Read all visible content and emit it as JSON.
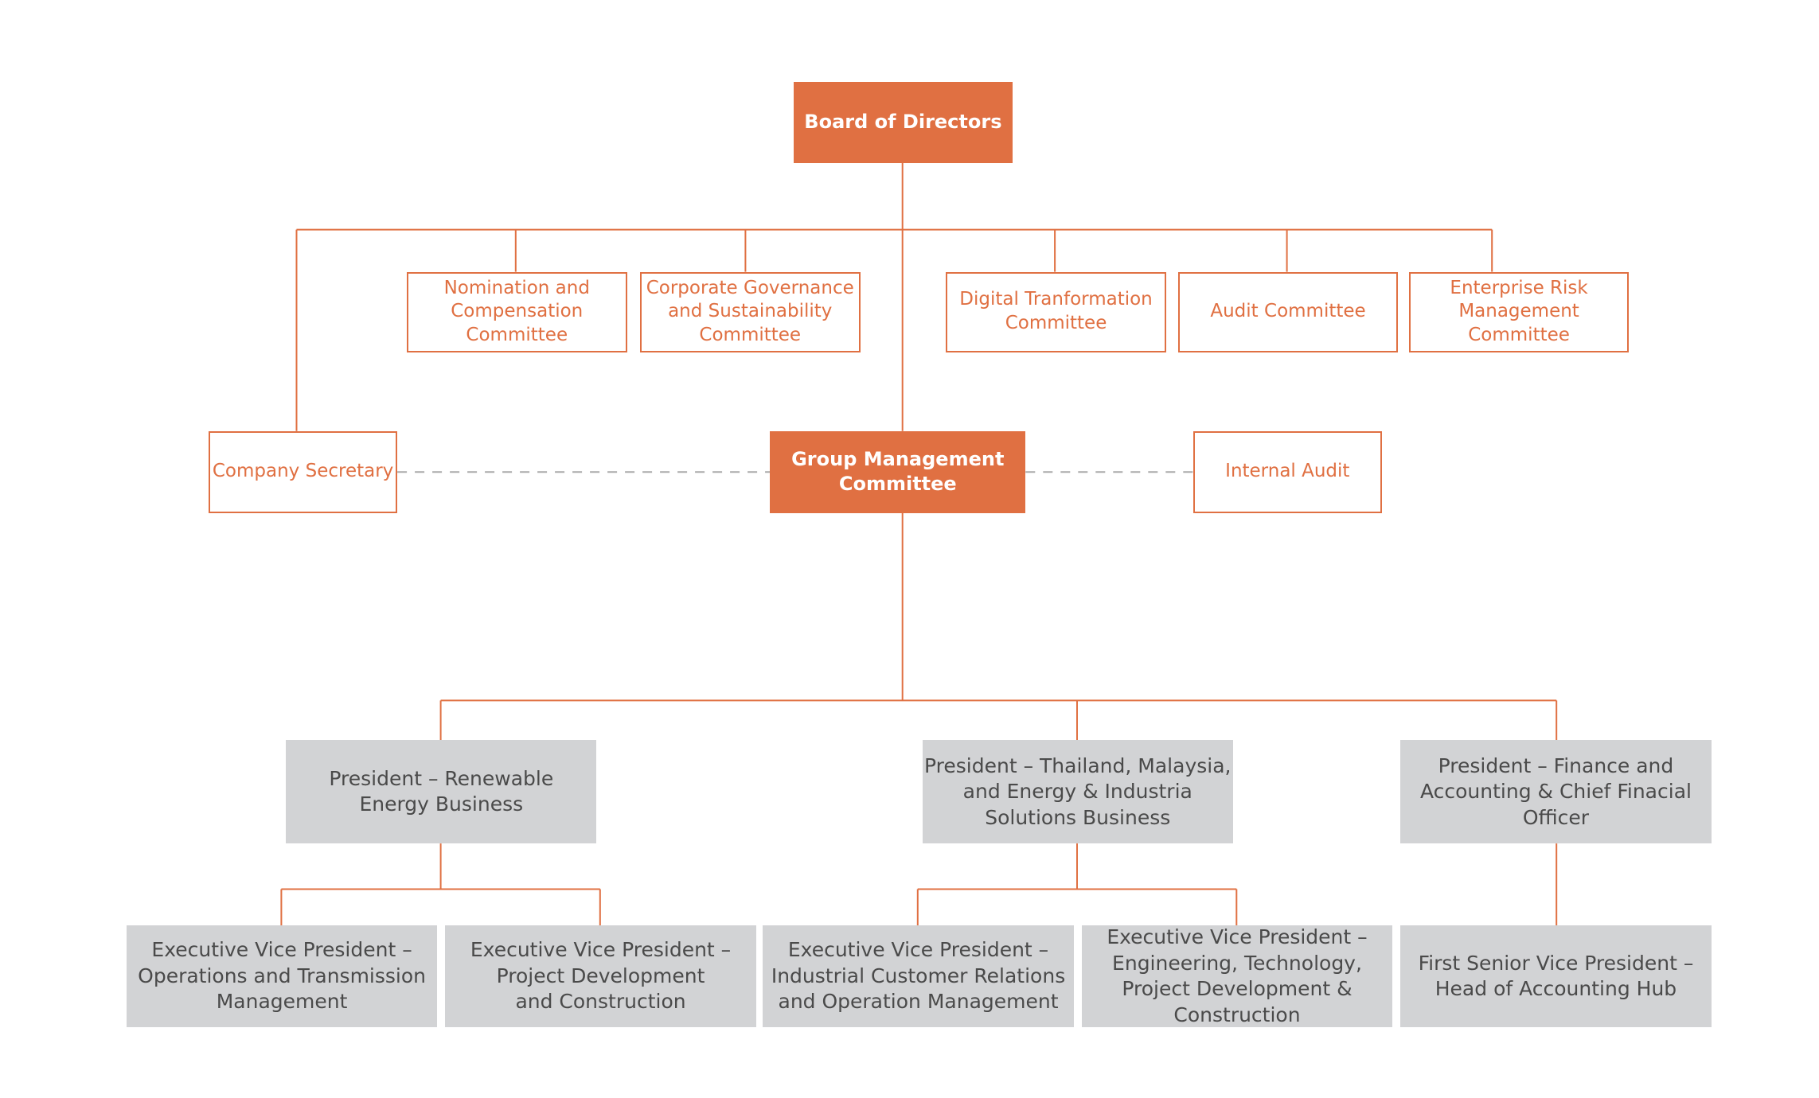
{
  "chart_data": {
    "type": "org-chart",
    "colors": {
      "accent": "#e07042",
      "grey_box": "#d2d3d5",
      "grey_text": "#4a4a4a",
      "dashed_line": "#aaaaaa"
    },
    "nodes": {
      "board": {
        "label": "Board of Directors",
        "style": "filled"
      },
      "nomination": {
        "label": "Nomination and\nCompensation\nCommittee",
        "style": "outline"
      },
      "governance": {
        "label": "Corporate Governance\nand Sustainability\nCommittee",
        "style": "outline"
      },
      "digital": {
        "label": "Digital Tranformation\nCommittee",
        "style": "outline"
      },
      "audit_committee": {
        "label": "Audit Committee",
        "style": "outline"
      },
      "risk": {
        "label": "Enterprise Risk\nManagement\nCommittee",
        "style": "outline"
      },
      "secretary": {
        "label": "Company Secretary",
        "style": "outline"
      },
      "gmc": {
        "label": "Group Management\nCommittee",
        "style": "filled"
      },
      "internal_audit": {
        "label": "Internal Audit",
        "style": "outline"
      },
      "pres_renewable": {
        "label": "President – Renewable\nEnergy Business",
        "style": "grey"
      },
      "pres_thailand": {
        "label": "President – Thailand, Malaysia,\nand Energy & Industria\nSolutions Business",
        "style": "grey"
      },
      "pres_finance": {
        "label": "President – Finance and\nAccounting &  Chief Finacial\nOfficer",
        "style": "grey"
      },
      "evp_ops": {
        "label": "Executive Vice President  –\nOperations and Transmission\nManagement",
        "style": "grey"
      },
      "evp_project": {
        "label": "Executive Vice President –\nProject Development\nand Construction",
        "style": "grey"
      },
      "evp_industrial": {
        "label": "Executive Vice President  –\nIndustrial Customer Relations\nand Operation Management",
        "style": "grey"
      },
      "evp_engineering": {
        "label": "Executive Vice President  –\nEngineering, Technology,\nProject Development &\nConstruction",
        "style": "grey"
      },
      "fsvp_accounting": {
        "label": "First Senior Vice President –\nHead of Accounting Hub",
        "style": "grey"
      }
    },
    "edges": [
      [
        "board",
        "secretary"
      ],
      [
        "board",
        "nomination"
      ],
      [
        "board",
        "governance"
      ],
      [
        "board",
        "gmc"
      ],
      [
        "board",
        "digital"
      ],
      [
        "board",
        "audit_committee"
      ],
      [
        "board",
        "risk"
      ],
      [
        "gmc",
        "pres_renewable"
      ],
      [
        "gmc",
        "pres_thailand"
      ],
      [
        "gmc",
        "pres_finance"
      ],
      [
        "pres_renewable",
        "evp_ops"
      ],
      [
        "pres_renewable",
        "evp_project"
      ],
      [
        "pres_thailand",
        "evp_industrial"
      ],
      [
        "pres_thailand",
        "evp_engineering"
      ],
      [
        "pres_finance",
        "fsvp_accounting"
      ]
    ],
    "dotted_links": [
      [
        "secretary",
        "gmc"
      ],
      [
        "gmc",
        "internal_audit"
      ]
    ]
  }
}
